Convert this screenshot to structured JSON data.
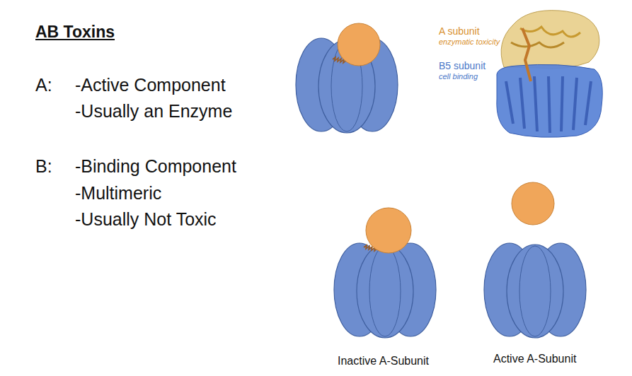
{
  "diagram": {
    "title": "AB Toxins",
    "labels": [
      "A:",
      "-Active Component",
      "-Usually an Enzyme",
      "B:",
      "-Binding Component",
      "-Multimeric",
      "-Usually Not Toxic",
      "A subunit",
      "enzymatic toxicity",
      "B5 subunit",
      "cell binding",
      "Inactive A-Subunit",
      "Active A-Subunit"
    ]
  }
}
